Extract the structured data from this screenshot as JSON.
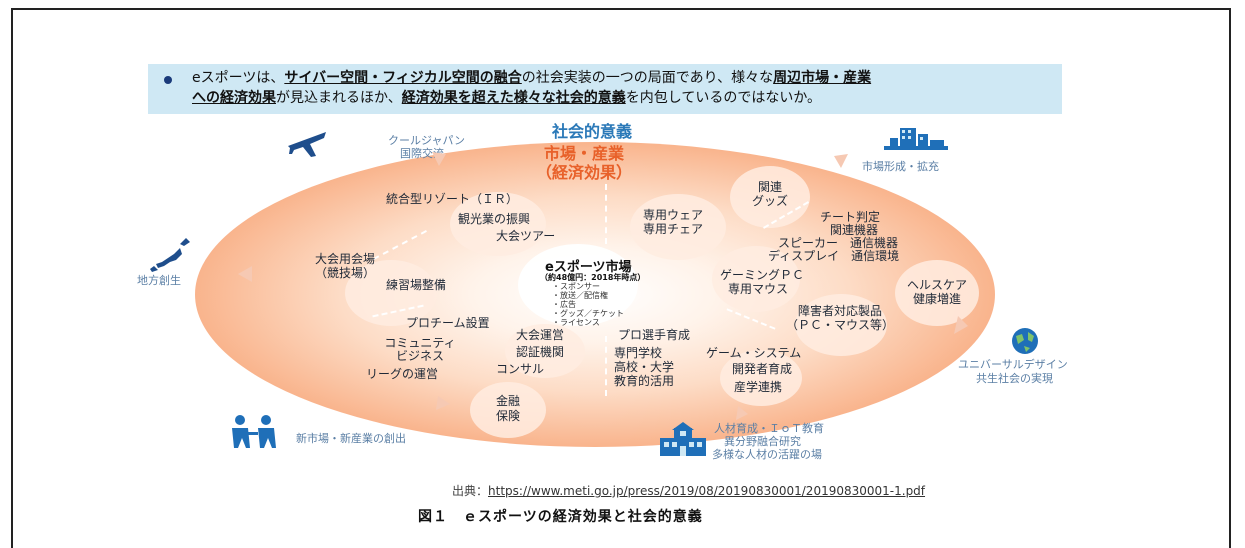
{
  "banner": {
    "part1": "eスポーツは、",
    "em1": "サイバー空間・フィジカル空間の融合",
    "part2": "の社会実装の一つの局面であり、様々な",
    "em2a": "周辺市場・産業",
    "em2b": "への経済効果",
    "part3": "が見込まれるほか、",
    "em3": "経済効果を超えた様々な社会的意義",
    "part4": "を内包しているのではないか。"
  },
  "headings": {
    "social": "社会的意義",
    "market_line1": "市場・産業",
    "market_line2": "（経済効果）"
  },
  "center": {
    "title": "eスポーツ市場",
    "subtitle": "（約48億円：2018年時点）",
    "items": [
      "・スポンサー",
      "・放送／配信権",
      "・広告",
      "・グッズ／チケット",
      "・ライセンス"
    ]
  },
  "inner": {
    "ir": "統合型リゾート（ＩＲ）",
    "tourism": "観光業の振興",
    "tour": "大会ツアー",
    "wear": "専用ウェア",
    "chair": "専用チェア",
    "goods1": "関連",
    "goods2": "グッズ",
    "cheat1": "チート判定",
    "cheat2": "関連機器",
    "speaker": "スピーカー　通信機器",
    "display": "ディスプレイ　通信環境",
    "venue1": "大会用会場",
    "venue2": "（競技場）",
    "practice": "練習場整備",
    "gamingpc": "ゲーミングＰＣ",
    "mouse": "専用マウス",
    "health1": "ヘルスケア",
    "health2": "健康増進",
    "accessible1": "障害者対応製品",
    "accessible2": "（ＰＣ・マウス等）",
    "proteam": "プロチーム設置",
    "community1": "コミュニティ",
    "community2": "ビジネス",
    "league": "リーグの運営",
    "operation": "大会運営",
    "cert": "認証機関",
    "consult": "コンサル",
    "protrain": "プロ選手育成",
    "school1": "専門学校",
    "school2": "高校・大学",
    "school3": "教育的活用",
    "gamesystem": "ゲーム・システム",
    "devtrain": "開発者育成",
    "industry": "産学連携",
    "finance1": "金融",
    "finance2": "保険"
  },
  "outer": {
    "cooljapan1": "クールジャパン",
    "cooljapan2": "国際交流",
    "marketexpand": "市場形成・拡充",
    "regional": "地方創生",
    "universal1": "ユニバーサルデザイン",
    "universal2": "共生社会の実現",
    "newmarket": "新市場・新産業の創出",
    "hr1": "人材育成・ＩｏＴ教育",
    "hr2": "異分野融合研究",
    "hr3": "多様な人材の活躍の場"
  },
  "icons": [
    "airplane-icon",
    "buildings-icon",
    "japan-map-icon",
    "globe-icon",
    "people-icon",
    "school-icon"
  ],
  "colors": {
    "accent_orange": "#e8612a",
    "accent_blue": "#2b79b8",
    "glow": "#f7a077",
    "banner_bg": "#cfe8f4"
  },
  "source": {
    "label": "出典：",
    "url": "https://www.meti.go.jp/press/2019/08/20190830001/20190830001-1.pdf"
  },
  "caption": "図１　ｅスポーツの経済効果と社会的意義"
}
